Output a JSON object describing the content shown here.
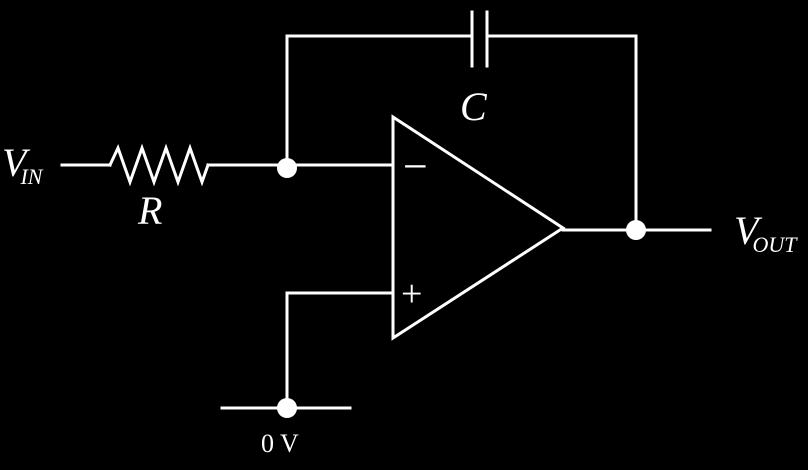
{
  "circuit": {
    "input_label": {
      "main": "V",
      "sub": "IN"
    },
    "output_label": {
      "main": "V",
      "sub": "OUT"
    },
    "resistor_label": "R",
    "capacitor_label": "C",
    "ground_label": "0 V",
    "inverting_sign": "−",
    "noninverting_sign": "+"
  },
  "colors": {
    "background": "#000000",
    "foreground": "#ffffff"
  }
}
